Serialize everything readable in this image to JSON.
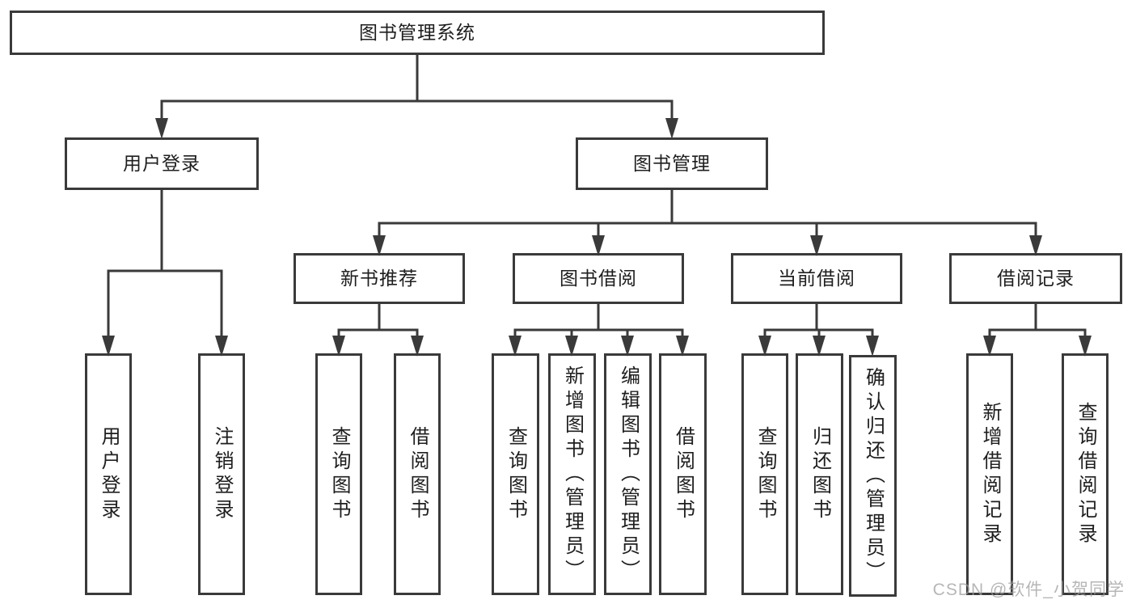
{
  "diagram": {
    "root": {
      "label": "图书管理系统"
    },
    "login": {
      "label": "用户登录",
      "children": [
        {
          "label": "用户登录"
        },
        {
          "label": "注销登录"
        }
      ]
    },
    "management": {
      "label": "图书管理",
      "groups": [
        {
          "label": "新书推荐",
          "children": [
            {
              "label": "查询图书"
            },
            {
              "label": "借阅图书"
            }
          ]
        },
        {
          "label": "图书借阅",
          "children": [
            {
              "label": "查询图书"
            },
            {
              "label": "新增图书（管理员）"
            },
            {
              "label": "编辑图书（管理员）"
            },
            {
              "label": "借阅图书"
            }
          ]
        },
        {
          "label": "当前借阅",
          "children": [
            {
              "label": "查询图书"
            },
            {
              "label": "归还图书"
            },
            {
              "label": "确认归还（管理员）"
            }
          ]
        },
        {
          "label": "借阅记录",
          "children": [
            {
              "label": "新增借阅记录"
            },
            {
              "label": "查询借阅记录"
            }
          ]
        }
      ]
    }
  },
  "watermark": {
    "text": "CSDN @软件_小贺同学"
  }
}
